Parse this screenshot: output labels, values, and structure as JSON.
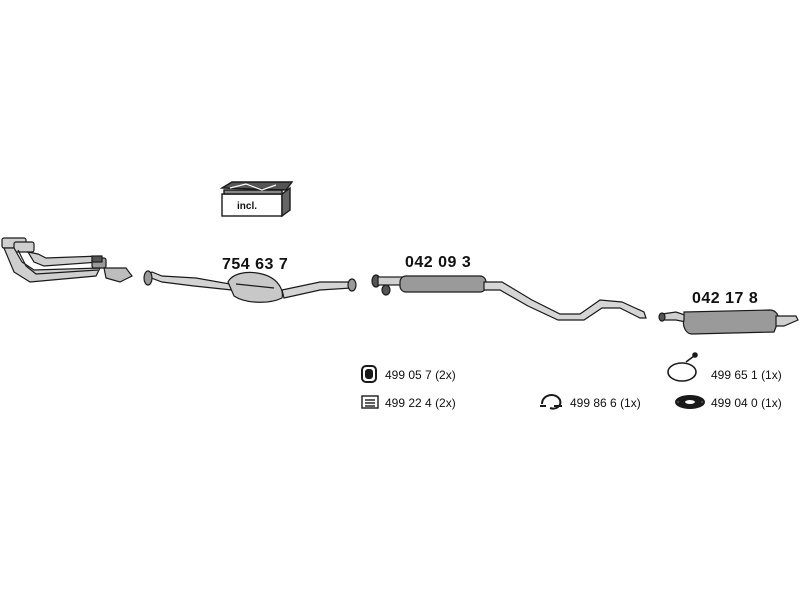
{
  "kit_label": "incl.",
  "parts": [
    {
      "number": "754 63 7"
    },
    {
      "number": "042 09 3"
    },
    {
      "number": "042 17 8"
    }
  ],
  "accessories": [
    {
      "number": "499 05 7",
      "qty": "(2x)",
      "icon": "rubber-hanger-icon"
    },
    {
      "number": "499 22 4",
      "qty": "(2x)",
      "icon": "mounting-kit-icon"
    },
    {
      "number": "499 86 6",
      "qty": "(1x)",
      "icon": "exhaust-clamp-icon"
    },
    {
      "number": "499 65 1",
      "qty": "(1x)",
      "icon": "hanger-strap-icon"
    },
    {
      "number": "499 04 0",
      "qty": "(1x)",
      "icon": "gasket-icon"
    }
  ],
  "colors": {
    "line": "#1a1a1a",
    "fill_light": "#d9d9d9",
    "fill_mid": "#9a9a9a",
    "fill_dark": "#555555"
  }
}
